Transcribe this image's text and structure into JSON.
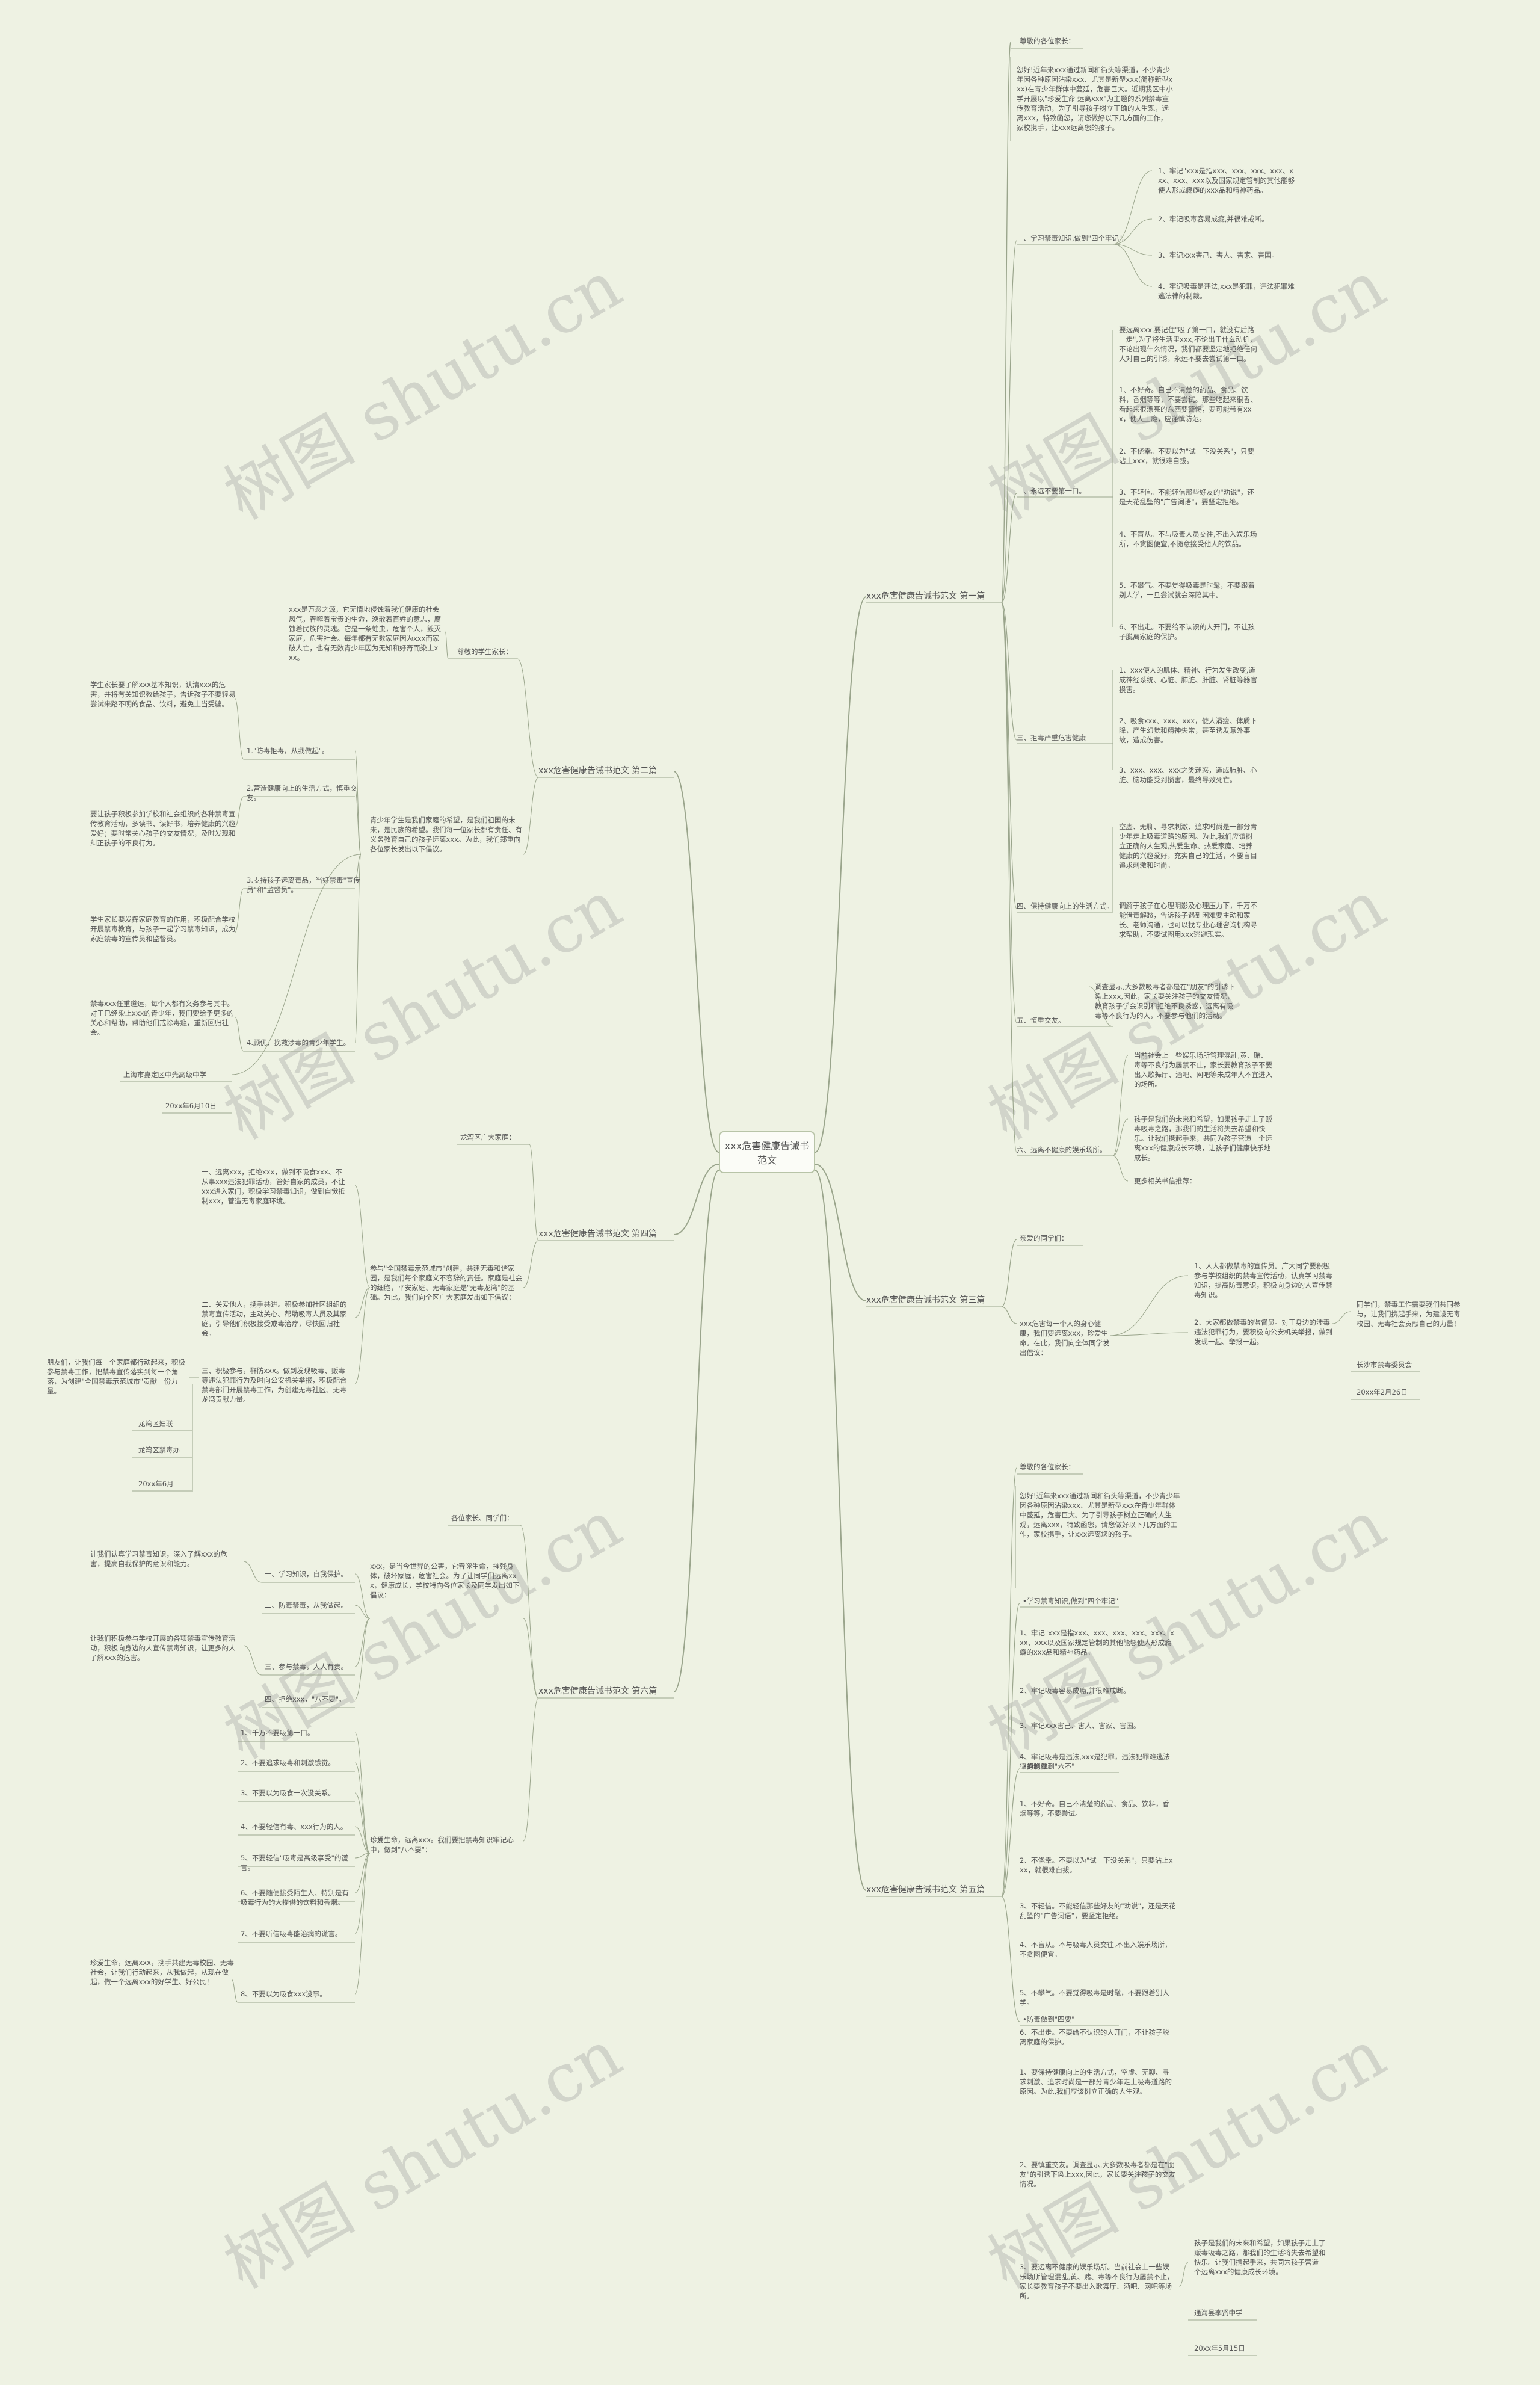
{
  "center_title": "xxx危害健康告诫书范文",
  "watermark": "树图 shutu.cn",
  "branches": [
    {
      "title": "xxx危害健康告诫书范文 第一篇",
      "greeting": "尊敬的各位家长：",
      "intro": "您好!近年来xxx通过新闻和街头等渠道，不少青少年因各种原因沾染xxx、尤其是新型xxx(简称新型xxx)在青少年群体中蔓延，危害巨大。近期我区中小学开展以\"珍爱生命 远离xxx\"为主题的系列禁毒宣传教育活动，为了引导孩子树立正确的人生观，远离xxx，特致函您，请您做好以下几方面的工作，家校携手，让xxx远离您的孩子。",
      "sections": [
        {
          "label": "一、学习禁毒知识,做到\"四个牢记\"。",
          "items": [
            "1、牢记\"xxx是指xxx、xxx、xxx、xxx、xxx、xxx、xxx以及国家规定管制的其他能够使人形成瘾癖的xxx品和精神药品。",
            "2、牢记吸毒容易成瘾,并很难戒断。",
            "3、牢记xxx害己、害人、害家、害国。",
            "4、牢记吸毒是违法,xxx是犯罪，违法犯罪难逃法律的制裁。"
          ]
        },
        {
          "label": "二、永远不要第一口。",
          "items": [
            "要远离xxx,要记住\"吸了第一口，就没有后路一走\",为了将生活里xxx,不论出于什么动机，不论出现什么情况，我们都要坚定地拒绝任何人对自己的引诱，永远不要去尝试第一口。",
            "1、不好奇。自己不清楚的药品、食品、饮料，香烟等等，不要尝试。那些吃起来很香、看起来很漂亮的东西要警惕，要可能带有xxx，使人上瘾，应谨慎防范。",
            "2、不侥幸。不要以为\"试一下没关系\"，只要沾上xxx，就很难自拔。",
            "3、不轻信。不能轻信那些好友的\"劝说\"，还是天花乱坠的\"广告词语\"，要坚定拒绝。",
            "4、不盲从。不与吸毒人员交往,不出入娱乐场所，不贪图便宜,不随意接受他人的饮品。",
            "5、不攀气。不要觉得吸毒是时髦，不要跟着别人学，一旦尝试就会深陷其中。",
            "6、不出走。不要给不认识的人开门，不让孩子脱离家庭的保护。"
          ]
        },
        {
          "label": "三、拒毒严重危害健康",
          "items": [
            "1、xxx使人的肌体、精神、行为发生改变,造成神经系统、心脏、肺脏、肝脏、肾脏等器官损害。",
            "2、吸食xxx、xxx、xxx，使人消瘦、体质下降，产生幻觉和精神失常，甚至诱发意外事故，造成伤害。",
            "3、xxx、xxx、xxx之类迷惑，造成肺脏、心脏、脑功能受到损害，最终导致死亡。"
          ]
        },
        {
          "label": "四、保持健康向上的生活方式。",
          "items": [
            "空虚、无聊、寻求刺激、追求时尚是一部分青少年走上吸毒道路的原因。为此,我们应该树立正确的人生观,热爱生命、热爱家庭、培养健康的兴趣爱好，充实自己的生活，不要盲目追求刺激和时尚。",
            "调解于孩子在心理阴影及心理压力下，千万不能借毒解愁，告诉孩子遇到困难要主动和家长、老师沟通，也可以找专业心理咨询机构寻求帮助，不要试图用xxx逃避现实。"
          ]
        },
        {
          "label": "五、慎重交友。",
          "items": [
            "调查显示,大多数吸毒者都是在\"朋友\"的引诱下染上xxx,因此，家长要关注孩子的交友情况，教育孩子学会识别和拒绝不良诱惑，远离有吸毒等不良行为的人，不要参与他们的活动。"
          ]
        },
        {
          "label": "六、远离不健康的娱乐场所。",
          "items": [
            "当前社会上一些娱乐场所管理混乱,黄、赌、毒等不良行为屡禁不止，家长要教育孩子不要出入歌舞厅、酒吧、网吧等未成年人不宜进入的场所。",
            "孩子是我们的未来和希望，如果孩子走上了贩毒吸毒之路，那我们的生活将失去希望和快乐。让我们携起手来，共同为孩子营造一个远离xxx的健康成长环境，让孩子们健康快乐地成长。",
            "更多相关书信推荐："
          ]
        }
      ]
    },
    {
      "title": "xxx危害健康告诫书范文 第二篇",
      "top_text": "xxx是万恶之源，它无情地侵蚀着我们健康的社会风气，吞噬着宝贵的生命，涣散着百姓的意志，腐蚀着民族的灵魂。它是一条蛀虫，危害个人，毁灭家庭，危害社会。每年都有无数家庭因为xxx而家破人亡，也有无数青少年因为无知和好奇而染上xxx。",
      "greeting": "尊敬的学生家长：",
      "middle_text": "青少年学生是我们家庭的希望，是我们祖国的未来，是民族的希望。我们每一位家长都有责任、有义务教育自己的孩子远离xxx。为此，我们郑重向各位家长发出以下倡议。",
      "items": [
        {
          "label": "1.\"防毒拒毒，从我做起\"。",
          "text": "学生家长要了解xxx基本知识，认清xxx的危害，并将有关知识教给孩子，告诉孩子不要轻易尝试来路不明的食品、饮料，避免上当受骗。"
        },
        {
          "label": "2.营造健康向上的生活方式，慎重交友。",
          "text": "要让孩子积极参加学校和社会组织的各种禁毒宣传教育活动，多读书、读好书，培养健康的兴趣爱好；要时常关心孩子的交友情况，及时发现和纠正孩子的不良行为。"
        },
        {
          "label": "3.支持孩子远离毒品，当好禁毒\"宣传员\"和\"监督员\"。",
          "text": "学生家长要发挥家庭教育的作用，积极配合学校开展禁毒教育，与孩子一起学习禁毒知识，成为家庭禁毒的宣传员和监督员。"
        },
        {
          "label": "4.顾优、挽救涉毒的青少年学生。",
          "text": "禁毒xxx任重道远，每个人都有义务参与其中。对于已经染上xxx的青少年，我们要给予更多的关心和帮助，帮助他们戒除毒瘾，重新回归社会。"
        }
      ],
      "signature": "上海市嘉定区中光高级中学",
      "date": "20xx年6月10日"
    },
    {
      "title": "xxx危害健康告诫书范文 第四篇",
      "greeting": "龙湾区广大家庭：",
      "middle_text": "参与\"全国禁毒示范城市\"创建，共建无毒和谐家园，是我们每个家庭义不容辞的责任。家庭是社会的细胞，平安家庭、无毒家庭是\"无毒龙湾\"的基础。为此，我们向全区广大家庭发出如下倡议：",
      "items": [
        "一、远离xxx，拒绝xxx，做到不吸食xxx、不从事xxx违法犯罪活动，管好自家的成员，不让xxx进入家门，积极学习禁毒知识，做到自觉抵制xxx，营造无毒家庭环境。",
        "二、关爱他人，携手共进。积极参加社区组织的禁毒宣传活动，主动关心、帮助吸毒人员及其家庭，引导他们积极接受戒毒治疗，尽快回归社会。",
        "三、积极参与，群防xxx。做到发现吸毒、贩毒等违法犯罪行为及时向公安机关举报，积极配合禁毒部门开展禁毒工作，为创建无毒社区、无毒龙湾贡献力量。"
      ],
      "closing": "朋友们，让我们每一个家庭都行动起来，积极参与禁毒工作，把禁毒宣传落实到每一个角落，为创建\"全国禁毒示范城市\"贡献一份力量。",
      "sign_lines": [
        "龙湾区妇联",
        "龙湾区禁毒办",
        "20xx年6月"
      ]
    },
    {
      "title": "xxx危害健康告诫书范文 第三篇",
      "greeting": "亲爱的同学们：",
      "intro": "xxx危害每一个人的身心健康，我们要远离xxx，珍爱生命。在此，我们向全体同学发出倡议：",
      "items": [
        "1、人人都做禁毒的宣传员。广大同学要积极参与学校组织的禁毒宣传活动，认真学习禁毒知识，提高防毒意识，积极向身边的人宣传禁毒知识。",
        "2、大家都做禁毒的监督员。对于身边的涉毒违法犯罪行为，要积极向公安机关举报，做到发现一起、举报一起。"
      ],
      "closing": "同学们，禁毒工作需要我们共同参与，让我们携起手来，为建设无毒校园、无毒社会贡献自己的力量！",
      "sign": "长沙市禁毒委员会",
      "date": "20xx年2月26日"
    },
    {
      "title": "xxx危害健康告诫书范文 第六篇",
      "greeting": "各位家长、同学们：",
      "intro": "xxx，是当今世界的公害，它吞噬生命，摧残身体，破坏家庭，危害社会。为了让同学们远离xxx，健康成长，学校特向各位家长及同学发出如下倡议：",
      "items": [
        "一、学习知识，自我保护。",
        "二、防毒禁毒，从我做起。",
        "三、参与禁毒，人人有责。",
        "四、拒绝xxx，\"八不要\"。"
      ],
      "item_texts": [
        "让我们认真学习禁毒知识，深入了解xxx的危害，提高自我保护的意识和能力。",
        "",
        "让我们积极参与学校开展的各项禁毒宣传教育活动，积极向身边的人宣传禁毒知识，让更多的人了解xxx的危害。",
        ""
      ],
      "rules_intro": "珍爱生命，远离xxx。我们要把禁毒知识牢记心中，做到\"八不要\"：",
      "rules": [
        "1、千万不要吸第一口。",
        "2、不要追求吸毒和刺激感觉。",
        "3、不要以为吸食一次没关系。",
        "4、不要轻信有毒、xxx行为的人。",
        "5、不要轻信\"吸毒是高级享受\"的谎言。",
        "6、不要随便接受陌生人、特别是有吸毒行为的人提供的饮料和香烟。",
        "7、不要听信吸毒能治病的谎言。",
        "8、不要以为吸食xxx没事。"
      ],
      "closing": "珍爱生命，远离xxx，携手共建无毒校园、无毒社会，让我们行动起来，从我做起，从现在做起，做一个远离xxx的好学生、好公民！"
    },
    {
      "title": "xxx危害健康告诫书范文 第五篇",
      "greeting": "尊敬的各位家长：",
      "intro": "您好!近年来xxx通过新闻和街头等渠道，不少青少年因各种原因沾染xxx、尤其是新型xxx在青少年群体中蔓延，危害巨大。为了引导孩子树立正确的人生观，远离xxx，特致函您，请您做好以下几方面的工作，家校携手，让xxx远离您的孩子。",
      "sections": [
        {
          "label": "•学习禁毒知识,做到\"四个牢记\"",
          "items": [
            "1、牢记\"xxx是指xxx、xxx、xxx、xxx、xxx、xxx、xxx以及国家规定管制的其他能够使人形成瘾癖的xxx品和精神药品。",
            "2、牢记吸毒容易成瘾,并很难戒断。",
            "3、牢记xxx害己、害人、害家、害国。",
            "4、牢记吸毒是违法,xxx是犯罪，违法犯罪难逃法律的制裁。"
          ]
        },
        {
          "label": "•拒绝做到\"六不\"",
          "items": [
            "1、不好奇。自己不清楚的药品、食品、饮料，香烟等等，不要尝试。",
            "2、不侥幸。不要以为\"试一下没关系\"，只要沾上xxx，就很难自拔。",
            "3、不轻信。不能轻信那些好友的\"劝说\"，还是天花乱坠的\"广告词语\"，要坚定拒绝。",
            "4、不盲从。不与吸毒人员交往,不出入娱乐场所，不贪图便宜。",
            "5、不攀气。不要觉得吸毒是时髦，不要跟着别人学。",
            "6、不出走。不要给不认识的人开门，不让孩子脱离家庭的保护。"
          ]
        },
        {
          "label": "•防毒做到\"四要\"",
          "items": [
            "1、要保持健康向上的生活方式，空虚、无聊、寻求刺激、追求时尚是一部分青少年走上吸毒道路的原因。为此,我们应该树立正确的人生观。",
            "2、要慎重交友。调查显示,大多数吸毒者都是在\"朋友\"的引诱下染上xxx,因此，家长要关注孩子的交友情况。",
            "3、要远离不健康的娱乐场所。当前社会上一些娱乐场所管理混乱,黄、赌、毒等不良行为屡禁不止，家长要教育孩子不要出入歌舞厅、酒吧、网吧等场所。"
          ]
        }
      ],
      "closing": "孩子是我们的未来和希望，如果孩子走上了贩毒吸毒之路，那我们的生活将失去希望和快乐。让我们携起手来，共同为孩子营造一个远离xxx的健康成长环境。",
      "sign": "通海县李贤中学",
      "date": "20xx年5月15日"
    }
  ]
}
